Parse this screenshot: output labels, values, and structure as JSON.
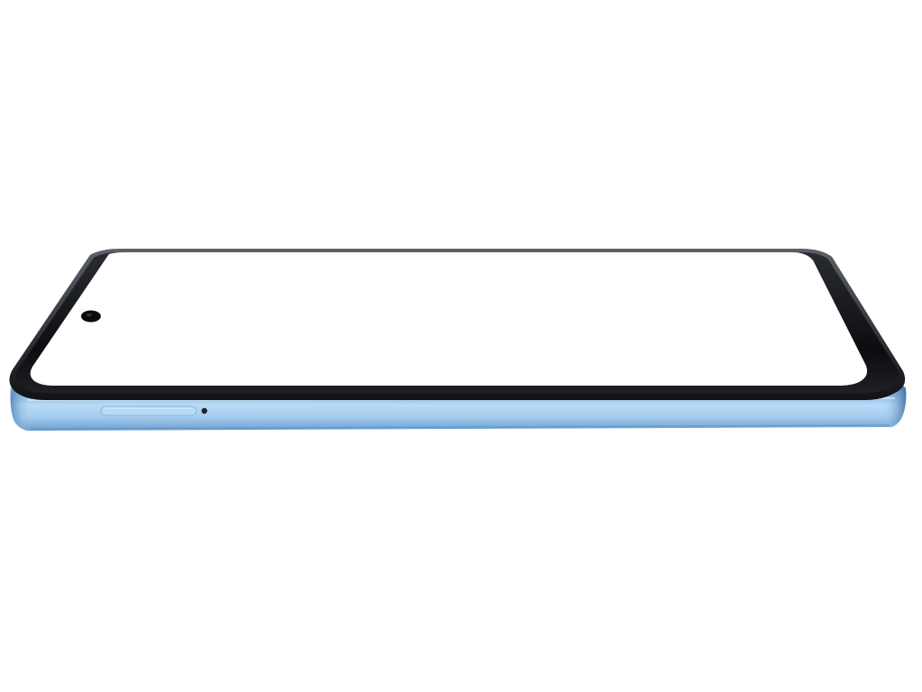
{
  "scene": {
    "subject": "smartphone",
    "view": "tilted-front-perspective",
    "background_color": "#ffffff"
  },
  "phone": {
    "screen_color": "#ffffff",
    "bezel_color": "#0c0d10",
    "frame_color": "#9cc6ea",
    "frame_highlight_color": "#cfe6f8",
    "frame_shadow_color": "#4f86b8",
    "camera": "punch-hole-front-camera",
    "side_features": [
      "sim-tray-slot",
      "sim-eject-pinhole"
    ]
  }
}
